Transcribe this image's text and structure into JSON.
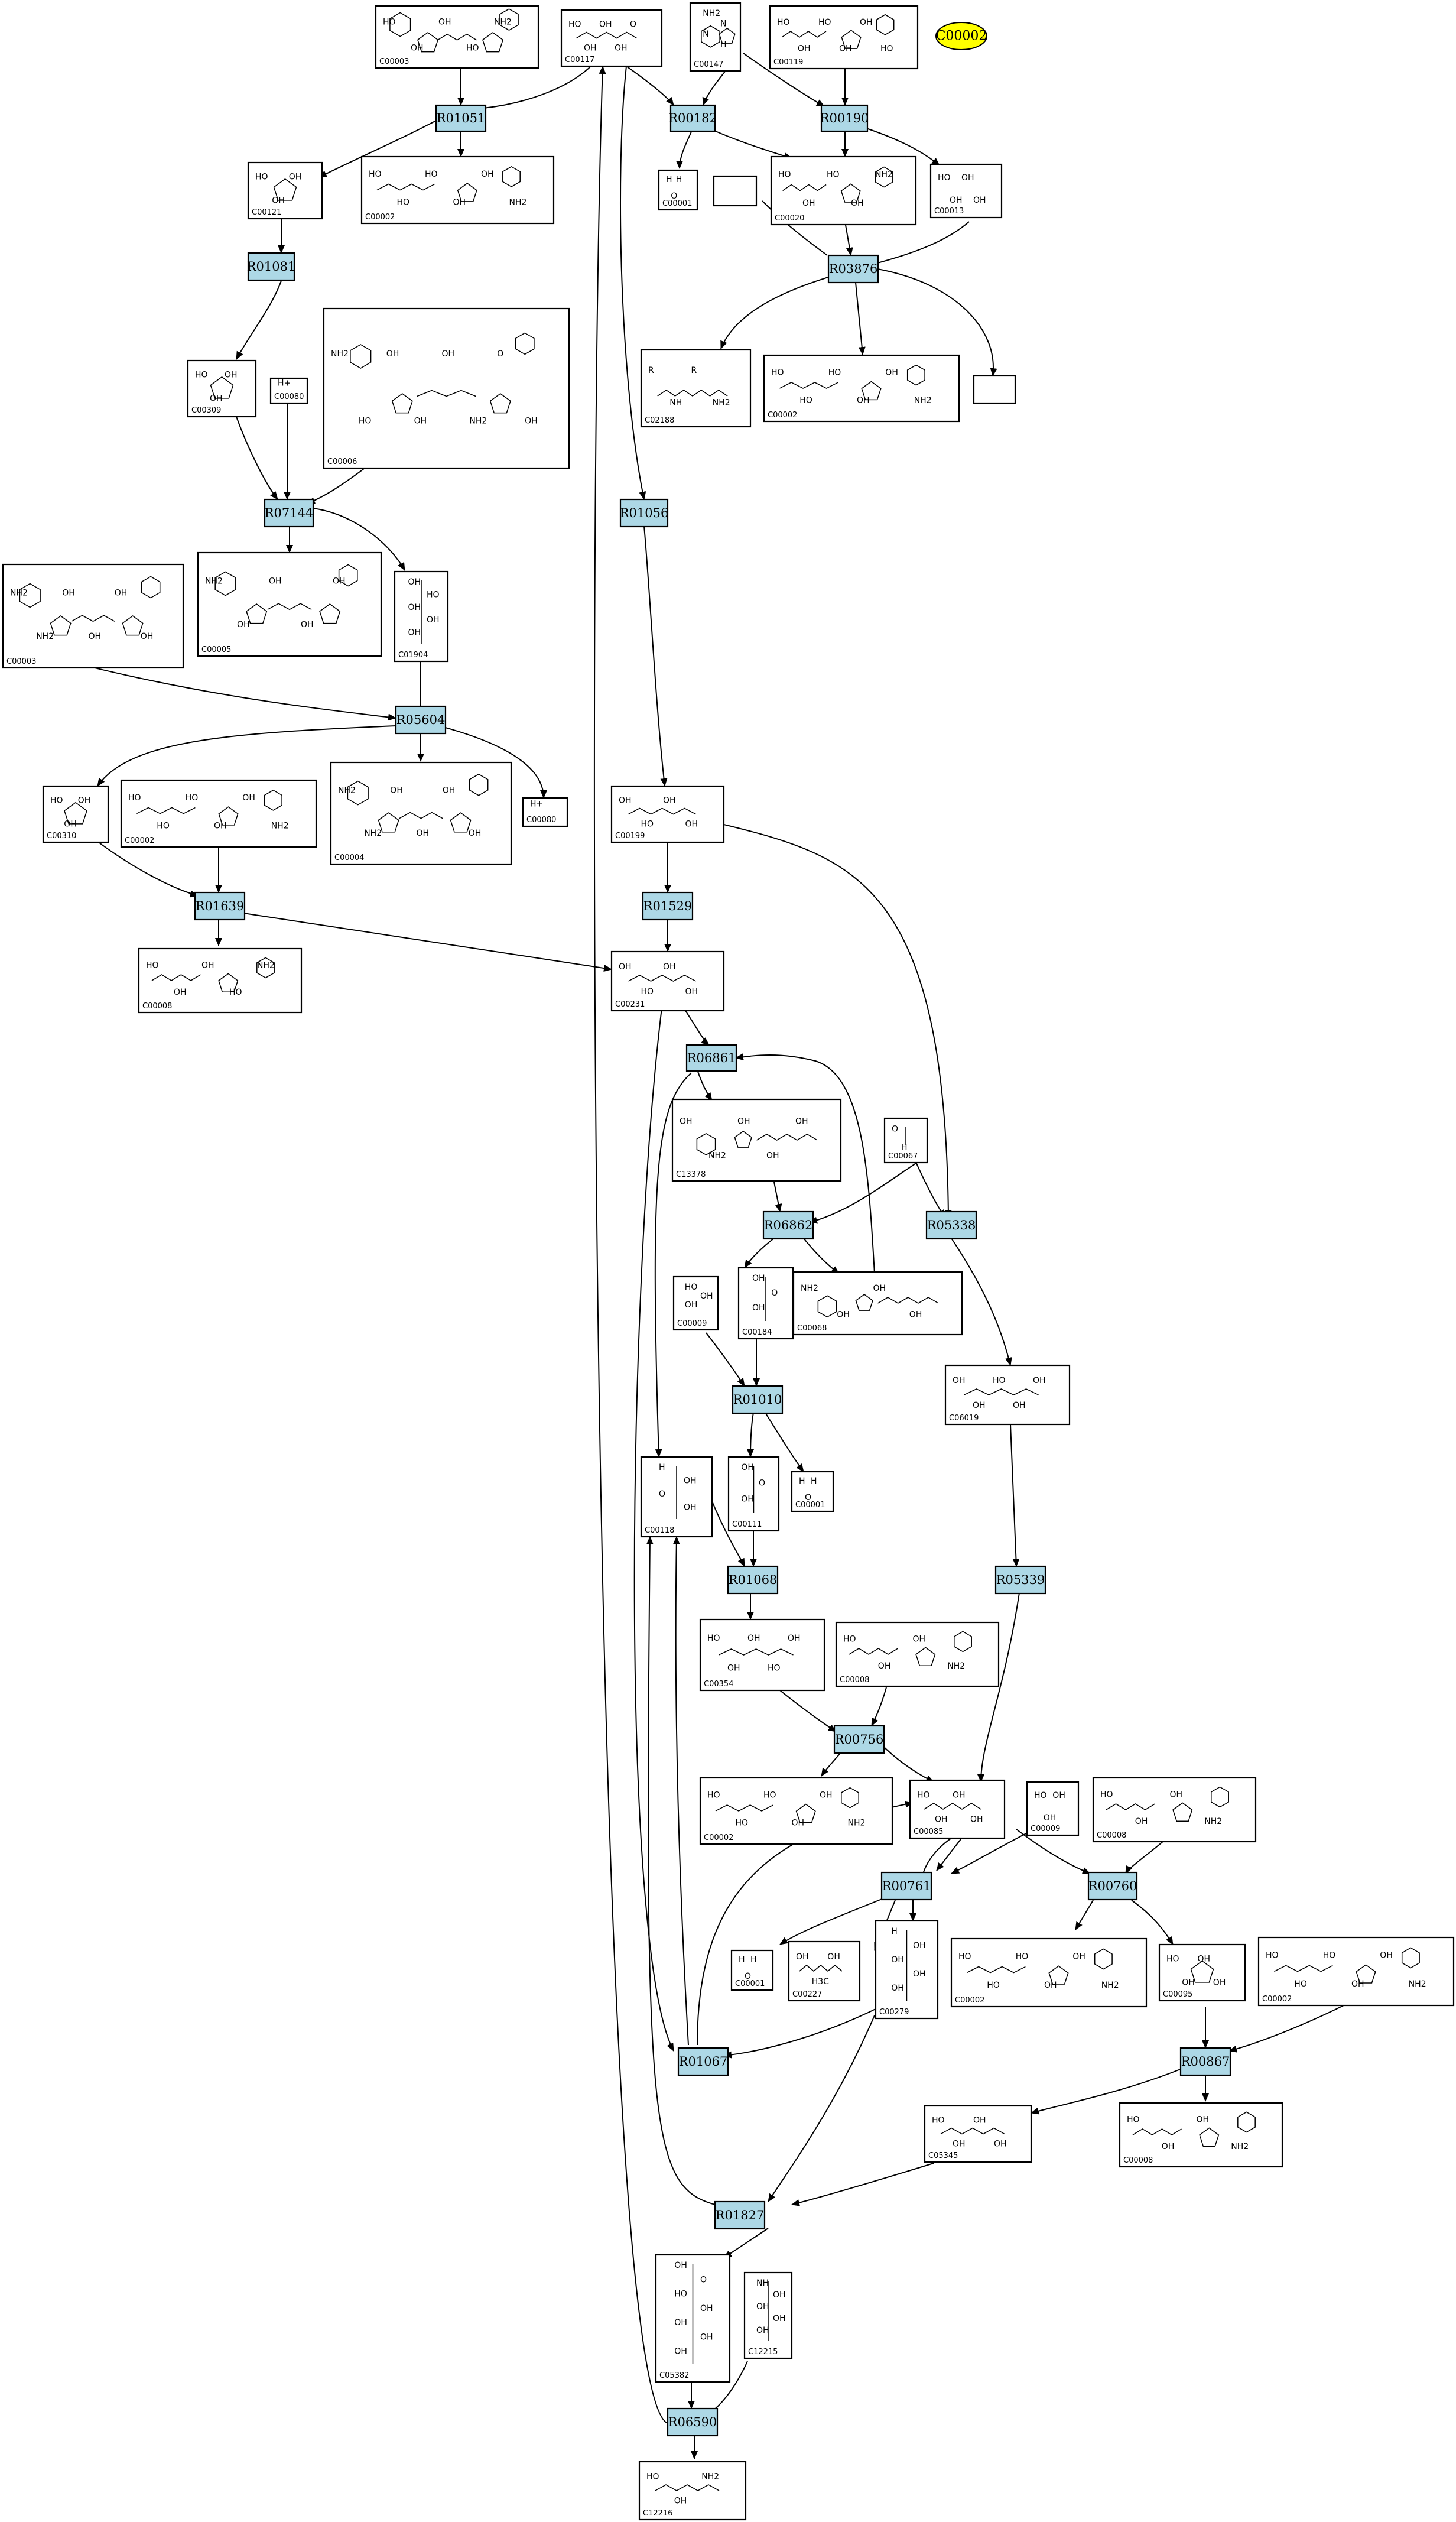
{
  "highlight": {
    "label": "C00002",
    "color": "#ffff00"
  },
  "colors": {
    "reaction_fill": "#add8e6",
    "compound_fill": "#ffffff",
    "line": "#000000"
  },
  "reactions": [
    {
      "id": "R01051"
    },
    {
      "id": "R00182"
    },
    {
      "id": "R00190"
    },
    {
      "id": "R01081"
    },
    {
      "id": "R03876"
    },
    {
      "id": "R07144"
    },
    {
      "id": "R01056"
    },
    {
      "id": "R05604"
    },
    {
      "id": "R01639"
    },
    {
      "id": "R01529"
    },
    {
      "id": "R06861"
    },
    {
      "id": "R06862"
    },
    {
      "id": "R05338"
    },
    {
      "id": "R01010"
    },
    {
      "id": "R01068"
    },
    {
      "id": "R05339"
    },
    {
      "id": "R00756"
    },
    {
      "id": "R00761"
    },
    {
      "id": "R00760"
    },
    {
      "id": "R01067"
    },
    {
      "id": "R00867"
    },
    {
      "id": "R01827"
    },
    {
      "id": "R06590"
    }
  ],
  "compounds": [
    {
      "key": "c00003_a",
      "label": "C00003",
      "atoms": [
        "HO",
        "OH",
        "OH",
        "HO",
        "NH2"
      ]
    },
    {
      "key": "c00117",
      "label": "C00117",
      "atoms": [
        "HO",
        "OH",
        "OH",
        "OH",
        "O"
      ]
    },
    {
      "key": "c00147",
      "label": "C00147",
      "atoms": [
        "NH2",
        "N",
        "N",
        "H"
      ]
    },
    {
      "key": "c00119",
      "label": "C00119",
      "atoms": [
        "HO",
        "OH",
        "HO",
        "OH",
        "OH",
        "HO"
      ]
    },
    {
      "key": "c00121",
      "label": "C00121",
      "atoms": [
        "HO",
        "OH",
        "OH"
      ]
    },
    {
      "key": "c00002_a",
      "label": "C00002",
      "atoms": [
        "HO",
        "HO",
        "HO",
        "OH",
        "OH",
        "NH2"
      ]
    },
    {
      "key": "c00001_a",
      "label": "C00001",
      "atoms": [
        "H",
        "O",
        "H"
      ]
    },
    {
      "key": "c00020",
      "label": "C00020",
      "atoms": [
        "HO",
        "OH",
        "HO",
        "OH",
        "NH2"
      ]
    },
    {
      "key": "c00013",
      "label": "C00013",
      "atoms": [
        "HO",
        "OH",
        "OH",
        "OH"
      ]
    },
    {
      "key": "empty_a",
      "label": "",
      "atoms": []
    },
    {
      "key": "c00309",
      "label": "C00309",
      "atoms": [
        "HO",
        "OH",
        "OH"
      ]
    },
    {
      "key": "c00080_a",
      "label": "C00080",
      "atoms": [
        "H+"
      ]
    },
    {
      "key": "c00006",
      "label": "C00006",
      "atoms": [
        "NH2",
        "HO",
        "OH",
        "OH",
        "OH",
        "NH2",
        "O",
        "OH"
      ]
    },
    {
      "key": "c02188",
      "label": "C02188",
      "atoms": [
        "R",
        "NH",
        "R",
        "NH2"
      ]
    },
    {
      "key": "c00002_b",
      "label": "C00002",
      "atoms": [
        "HO",
        "HO",
        "HO",
        "OH",
        "OH",
        "NH2"
      ]
    },
    {
      "key": "empty_b",
      "label": "",
      "atoms": []
    },
    {
      "key": "c00003_b",
      "label": "C00003",
      "atoms": [
        "NH2",
        "NH2",
        "OH",
        "OH",
        "OH",
        "OH"
      ]
    },
    {
      "key": "c00005",
      "label": "C00005",
      "atoms": [
        "NH2",
        "OH",
        "OH",
        "OH",
        "OH"
      ]
    },
    {
      "key": "c01904",
      "label": "C01904",
      "atoms": [
        "OH",
        "HO",
        "OH",
        "OH",
        "OH"
      ]
    },
    {
      "key": "c00310",
      "label": "C00310",
      "atoms": [
        "HO",
        "OH",
        "OH"
      ]
    },
    {
      "key": "c00002_c",
      "label": "C00002",
      "atoms": [
        "HO",
        "HO",
        "HO",
        "OH",
        "OH",
        "NH2"
      ]
    },
    {
      "key": "c00004",
      "label": "C00004",
      "atoms": [
        "NH2",
        "NH2",
        "OH",
        "OH",
        "OH",
        "OH"
      ]
    },
    {
      "key": "c00080_b",
      "label": "C00080",
      "atoms": [
        "H+"
      ]
    },
    {
      "key": "c00199",
      "label": "C00199",
      "atoms": [
        "OH",
        "HO",
        "OH",
        "OH"
      ]
    },
    {
      "key": "c00008",
      "label": "C00008",
      "atoms": [
        "HO",
        "OH",
        "OH",
        "HO",
        "NH2"
      ]
    },
    {
      "key": "c00231",
      "label": "C00231",
      "atoms": [
        "OH",
        "HO",
        "OH",
        "OH"
      ]
    },
    {
      "key": "c13378",
      "label": "C13378",
      "atoms": [
        "OH",
        "NH2",
        "OH",
        "OH",
        "OH"
      ]
    },
    {
      "key": "c00067",
      "label": "C00067",
      "atoms": [
        "O",
        "H"
      ]
    },
    {
      "key": "c00009_a",
      "label": "C00009",
      "atoms": [
        "HO",
        "OH",
        "OH"
      ]
    },
    {
      "key": "c00184",
      "label": "C00184",
      "atoms": [
        "OH",
        "O",
        "OH"
      ]
    },
    {
      "key": "c00068",
      "label": "C00068",
      "atoms": [
        "NH2",
        "OH",
        "OH",
        "OH"
      ]
    },
    {
      "key": "c06019",
      "label": "C06019",
      "atoms": [
        "OH",
        "OH",
        "HO",
        "OH",
        "OH"
      ]
    },
    {
      "key": "c00118",
      "label": "C00118",
      "atoms": [
        "H",
        "OH",
        "O",
        "OH"
      ]
    },
    {
      "key": "c00111",
      "label": "C00111",
      "atoms": [
        "OH",
        "O",
        "OH"
      ]
    },
    {
      "key": "c00001_b",
      "label": "C00001",
      "atoms": [
        "H",
        "O",
        "H"
      ]
    },
    {
      "key": "c00354",
      "label": "C00354",
      "atoms": [
        "HO",
        "OH",
        "OH",
        "HO",
        "OH"
      ]
    },
    {
      "key": "c00005_b",
      "label": "C00008",
      "atoms": [
        "HO",
        "OH",
        "OH",
        "NH2"
      ]
    },
    {
      "key": "c00002_d",
      "label": "C00002",
      "atoms": [
        "HO",
        "HO",
        "HO",
        "OH",
        "OH",
        "NH2"
      ]
    },
    {
      "key": "c00085",
      "label": "C00085",
      "atoms": [
        "HO",
        "OH",
        "OH",
        "OH"
      ]
    },
    {
      "key": "c00009_b",
      "label": "C00009",
      "atoms": [
        "HO",
        "OH",
        "OH"
      ]
    },
    {
      "key": "c00008_b",
      "label": "C00008",
      "atoms": [
        "HO",
        "OH",
        "OH",
        "NH2"
      ]
    },
    {
      "key": "c00001_c",
      "label": "C00001",
      "atoms": [
        "H",
        "O",
        "H"
      ]
    },
    {
      "key": "c00227",
      "label": "C00227",
      "atoms": [
        "OH",
        "H3C",
        "OH"
      ]
    },
    {
      "key": "c00279",
      "label": "C00279",
      "atoms": [
        "H",
        "OH",
        "OH",
        "OH",
        "OH"
      ]
    },
    {
      "key": "c00002_e",
      "label": "C00002",
      "atoms": [
        "HO",
        "HO",
        "HO",
        "OH",
        "OH",
        "NH2"
      ]
    },
    {
      "key": "c00095",
      "label": "C00095",
      "atoms": [
        "HO",
        "OH",
        "OH",
        "OH"
      ]
    },
    {
      "key": "c00002_f",
      "label": "C00002",
      "atoms": [
        "HO",
        "HO",
        "HO",
        "OH",
        "OH",
        "NH2"
      ]
    },
    {
      "key": "c05345",
      "label": "C05345",
      "atoms": [
        "HO",
        "OH",
        "OH",
        "OH"
      ]
    },
    {
      "key": "c00008_c",
      "label": "C00008",
      "atoms": [
        "HO",
        "OH",
        "OH",
        "NH2"
      ]
    },
    {
      "key": "c05382",
      "label": "C05382",
      "atoms": [
        "OH",
        "O",
        "HO",
        "OH",
        "OH",
        "OH",
        "OH"
      ]
    },
    {
      "key": "c12215",
      "label": "C12215",
      "atoms": [
        "NH",
        "OH",
        "OH",
        "OH",
        "OH"
      ]
    },
    {
      "key": "c12216",
      "label": "C12216",
      "atoms": [
        "HO",
        "OH",
        "NH2"
      ]
    }
  ]
}
